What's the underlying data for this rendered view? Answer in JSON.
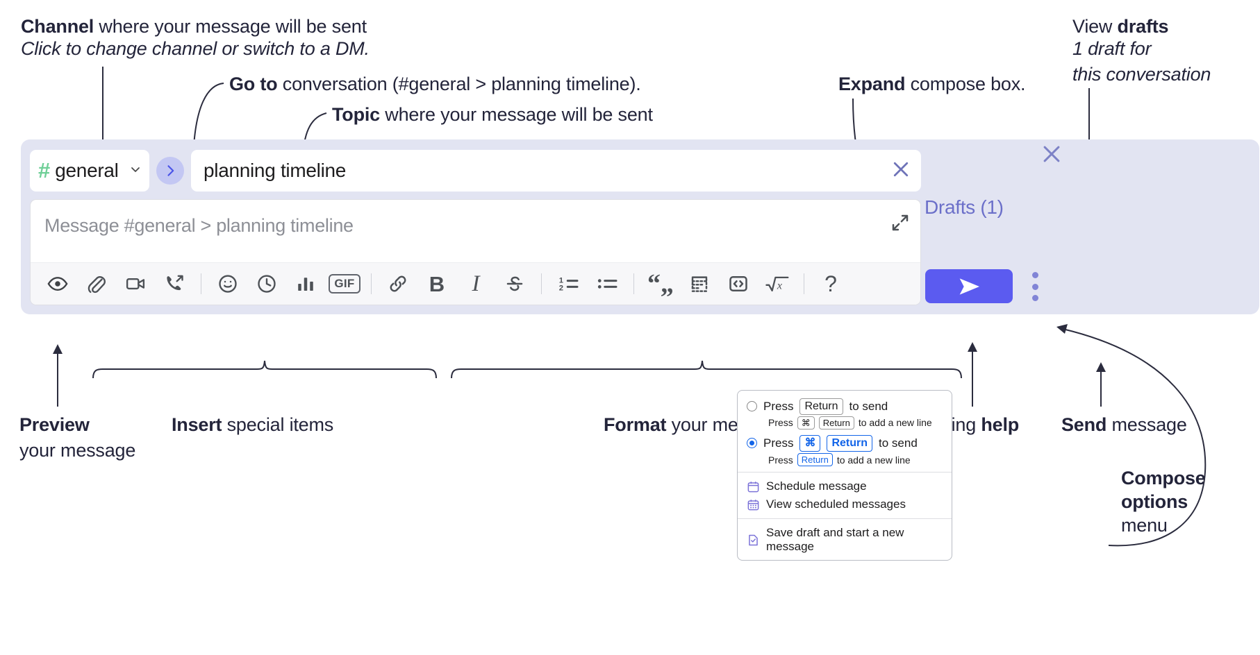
{
  "annotations": {
    "channel": {
      "bold": "Channel",
      "rest": " where your message will be sent",
      "sub": "Click to change channel or switch to a DM."
    },
    "goto": {
      "bold": "Go to",
      "rest": " conversation (#general > planning timeline)."
    },
    "topic": {
      "bold": "Topic",
      "rest": " where your message will be sent"
    },
    "expand": {
      "bold": "Expand",
      "rest": " compose box."
    },
    "drafts": {
      "pre": "View ",
      "bold": "drafts",
      "sub1": "1 draft for",
      "sub2": "this conversation"
    },
    "preview": {
      "bold": "Preview",
      "sub": "your message"
    },
    "insert": {
      "bold": "Insert",
      "rest": " special items"
    },
    "format": {
      "bold": "Format",
      "rest": " your message"
    },
    "help": {
      "pre": "Formatting ",
      "bold": "help"
    },
    "send": {
      "bold": "Send",
      "rest": " message"
    },
    "compose_options": {
      "bold1": "Compose",
      "bold2": "options",
      "rest": "menu"
    }
  },
  "compose": {
    "channel_name": "general",
    "hash_symbol": "#",
    "topic_value": "planning timeline",
    "message_placeholder": "Message #general > planning timeline",
    "drafts_label": "Drafts (1)",
    "toolbar": [
      {
        "name": "preview-icon",
        "kind": "eye"
      },
      {
        "name": "attachment-icon",
        "kind": "paperclip"
      },
      {
        "name": "video-clip-icon",
        "kind": "video"
      },
      {
        "name": "audio-clip-icon",
        "kind": "phone"
      },
      {
        "name": "divider",
        "kind": "divider"
      },
      {
        "name": "emoji-icon",
        "kind": "smiley"
      },
      {
        "name": "reminder-icon",
        "kind": "clock"
      },
      {
        "name": "poll-icon",
        "kind": "bars"
      },
      {
        "name": "gif-icon",
        "kind": "gif",
        "label": "GIF"
      },
      {
        "name": "divider",
        "kind": "divider"
      },
      {
        "name": "link-icon",
        "kind": "link"
      },
      {
        "name": "bold-icon",
        "kind": "char",
        "label": "B",
        "style": "b"
      },
      {
        "name": "italic-icon",
        "kind": "char",
        "label": "I",
        "style": "i"
      },
      {
        "name": "strikethrough-icon",
        "kind": "strike"
      },
      {
        "name": "divider",
        "kind": "divider"
      },
      {
        "name": "ordered-list-icon",
        "kind": "olist"
      },
      {
        "name": "bulleted-list-icon",
        "kind": "ulist"
      },
      {
        "name": "divider",
        "kind": "divider"
      },
      {
        "name": "blockquote-icon",
        "kind": "quote"
      },
      {
        "name": "code-block-icon",
        "kind": "codeblock"
      },
      {
        "name": "code-icon",
        "kind": "code"
      },
      {
        "name": "math-icon",
        "kind": "math"
      },
      {
        "name": "divider",
        "kind": "divider"
      },
      {
        "name": "formatting-help-icon",
        "kind": "char",
        "label": "?",
        "style": "help"
      }
    ]
  },
  "options_menu": {
    "send_options": [
      {
        "selected": false,
        "main": [
          {
            "t": "Press",
            "type": "text"
          },
          {
            "t": "Return",
            "type": "key"
          },
          {
            "t": "to send",
            "type": "text"
          }
        ],
        "sub": [
          {
            "t": "Press",
            "type": "text"
          },
          {
            "t": "⌘",
            "type": "key"
          },
          {
            "t": "Return",
            "type": "key"
          },
          {
            "t": "to add a new line",
            "type": "text"
          }
        ]
      },
      {
        "selected": true,
        "main": [
          {
            "t": "Press",
            "type": "text"
          },
          {
            "t": "⌘",
            "type": "keyblue"
          },
          {
            "t": "Return",
            "type": "keyblue"
          },
          {
            "t": "to send",
            "type": "text"
          }
        ],
        "sub": [
          {
            "t": "Press",
            "type": "text"
          },
          {
            "t": "Return",
            "type": "keyblue"
          },
          {
            "t": "to add a new line",
            "type": "text"
          }
        ]
      }
    ],
    "items": [
      {
        "label": "Schedule message",
        "icon": "calendar-icon"
      },
      {
        "label": "View scheduled messages",
        "icon": "calendar-grid-icon"
      },
      {
        "label": "Save draft and start a new message",
        "icon": "document-check-icon"
      }
    ]
  },
  "colors": {
    "panel": "#e2e4f2",
    "accent_send": "#5b5bf0",
    "drafts_text": "#6b6fc9",
    "hash_green": "#6fcf97",
    "radio_blue": "#1264e8",
    "menu_icon_purple": "#7b72d8"
  }
}
